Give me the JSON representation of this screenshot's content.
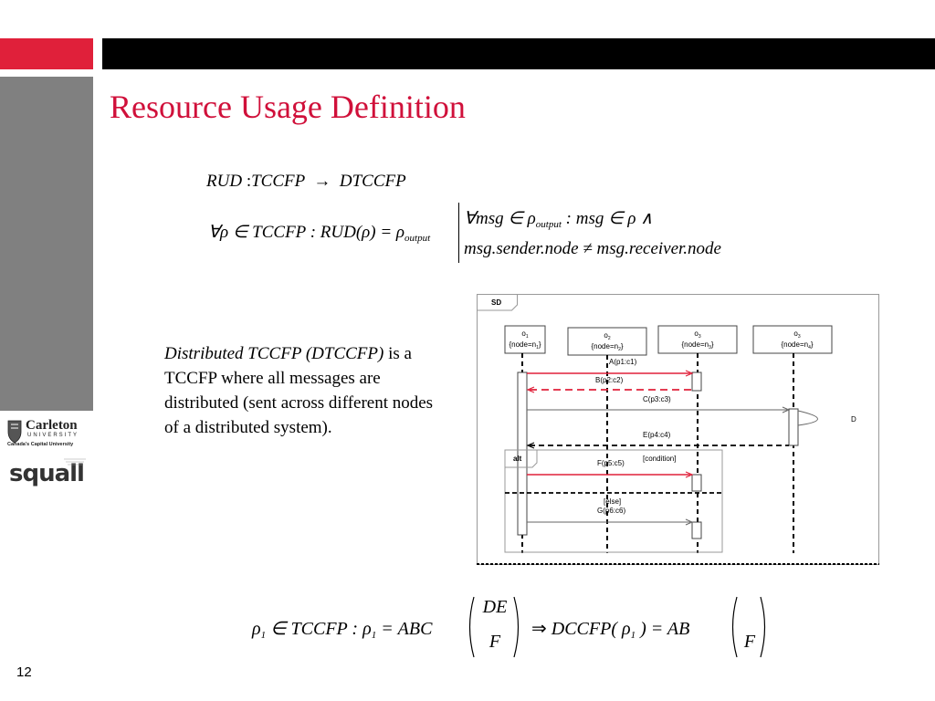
{
  "slide": {
    "title": "Resource Usage Definition",
    "page_number": "12",
    "colors": {
      "accent_red": "#e0203a",
      "title_red": "#d0103a",
      "band": "#000000",
      "side_gray": "#808080"
    }
  },
  "formula1": {
    "lhs": "RUD",
    "colon": ":",
    "domain": "TCCFP",
    "arrow": "→",
    "codomain": "DTCCFP"
  },
  "formula2": {
    "forall_part": "∀ρ ∈ TCCFP : RUD(ρ) = ρ",
    "forall_sub": "output",
    "line1_a": "∀msg ∈ ρ",
    "line1_sub": "output",
    "line1_b": ": msg ∈ ρ ∧",
    "line2": "msg.sender.node ≠ msg.receiver.node"
  },
  "description": {
    "italic": "Distributed TCCFP (DTCCFP)",
    "rest": "is a TCCFP where all messages are distributed (sent across different nodes of a distributed system)."
  },
  "logos": {
    "carleton_name": "Carleton",
    "carleton_university": "UNIVERSITY",
    "carleton_tagline": "Canada's Capital University",
    "squall_name": "squall"
  },
  "diagram": {
    "frame_label": "SD",
    "lifelines": [
      {
        "name": "o",
        "sub": "1",
        "node": "{node=n",
        "node_sub": "1",
        "close": "}"
      },
      {
        "name": "o",
        "sub": "2",
        "node": "{node=n",
        "node_sub": "2",
        "close": "}"
      },
      {
        "name": "o",
        "sub": "3",
        "node": "{node=n",
        "node_sub": "3",
        "close": "}"
      },
      {
        "name": "o",
        "sub": "3",
        "node": "{node=n",
        "node_sub": "4",
        "close": "}"
      }
    ],
    "messages": [
      "A(p1:c1)",
      "B(p2:c2)",
      "C(p3:c3)",
      "D",
      "E(p4:c4)",
      "F(p5:c5)",
      "G(p6:c6)"
    ],
    "alt_label": "alt",
    "condition": "[condition]",
    "else": "[else]"
  },
  "formula3": {
    "p1": "ρ",
    "p1_sub": "1",
    "in_tccfp": "∈ TCCFP :",
    "p1b": "ρ",
    "p1b_sub": "1",
    "eq_abc": "= ABC",
    "matrix1_top": "DE",
    "matrix1_bottom": "F",
    "implies": "⇒",
    "dccfp": "DCCFP(",
    "p1c": "ρ",
    "p1c_sub": "1",
    "close_eq_ab": ") = AB",
    "matrix2_top": "",
    "matrix2_bottom": "F"
  }
}
